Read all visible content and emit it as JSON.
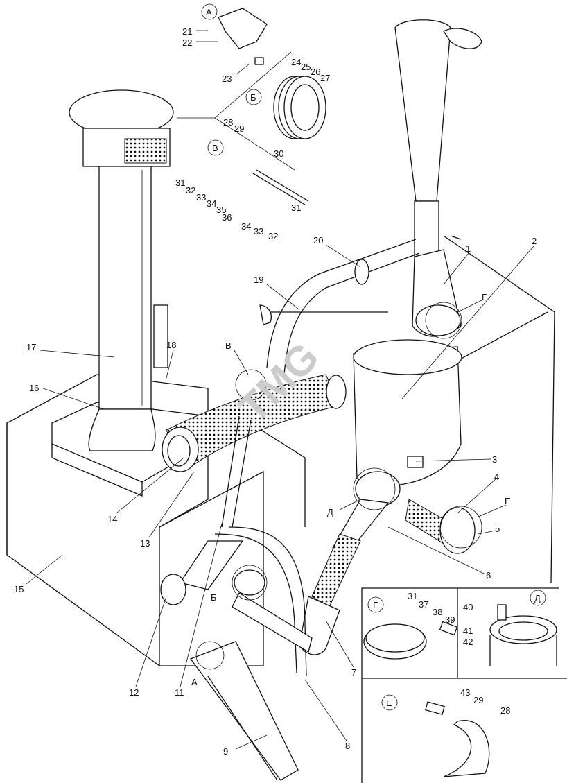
{
  "diagram": {
    "watermark": "TMG",
    "callouts": {
      "A_top": "А",
      "B_top": "Б",
      "V_top": "В",
      "n21": "21",
      "n22": "22",
      "n23": "23",
      "n24": "24",
      "n25": "25",
      "n26": "26",
      "n27": "27",
      "n28a": "28",
      "n29a": "29",
      "n30": "30",
      "n31a": "31",
      "n32a": "32",
      "n33a": "33",
      "n34a": "34",
      "n35": "35",
      "n36": "36",
      "n34b": "34",
      "n33b": "33",
      "n32b": "32",
      "n31b": "31",
      "n1": "1",
      "n2": "2",
      "n3": "3",
      "n4": "4",
      "n5": "5",
      "n6": "6",
      "n7": "7",
      "n8": "8",
      "n9": "9",
      "n11": "11",
      "n12": "12",
      "n13": "13",
      "n14": "14",
      "n15": "15",
      "n16": "16",
      "n17": "17",
      "n18": "18",
      "n19": "19",
      "n20": "20",
      "V_main": "В",
      "G_main": "Г",
      "D_main": "Д",
      "E_main": "Е",
      "B_main": "Б",
      "A_main": "А"
    },
    "inset_G": {
      "title": "Г",
      "n31": "31",
      "n37": "37",
      "n38": "38",
      "n39": "39"
    },
    "inset_D": {
      "title": "Д",
      "n40": "40",
      "n41": "41",
      "n42": "42"
    },
    "inset_E": {
      "title": "Е",
      "n43": "43",
      "n29": "29",
      "n28": "28"
    }
  }
}
